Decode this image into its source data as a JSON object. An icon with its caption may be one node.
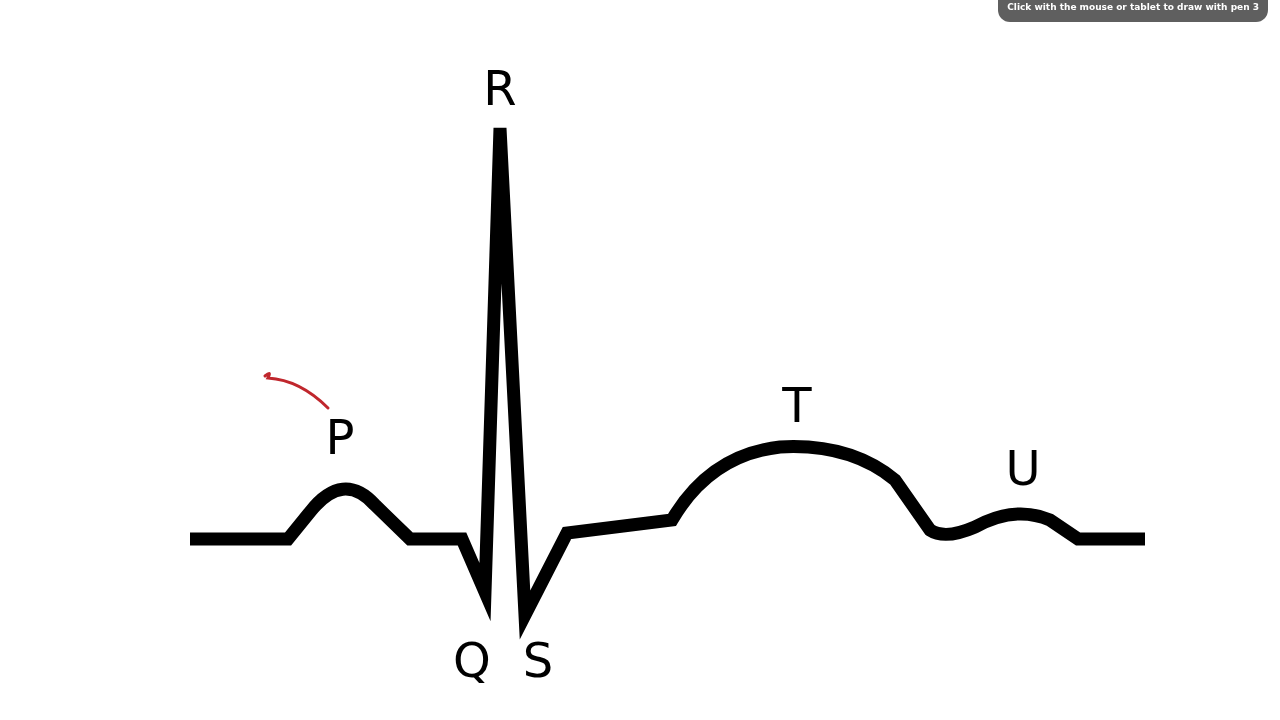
{
  "diagram": {
    "labels": [
      "Click with the mouse or tablet to draw with pen 3",
      "R",
      "T",
      "P",
      "U",
      "Q",
      "S"
    ]
  }
}
